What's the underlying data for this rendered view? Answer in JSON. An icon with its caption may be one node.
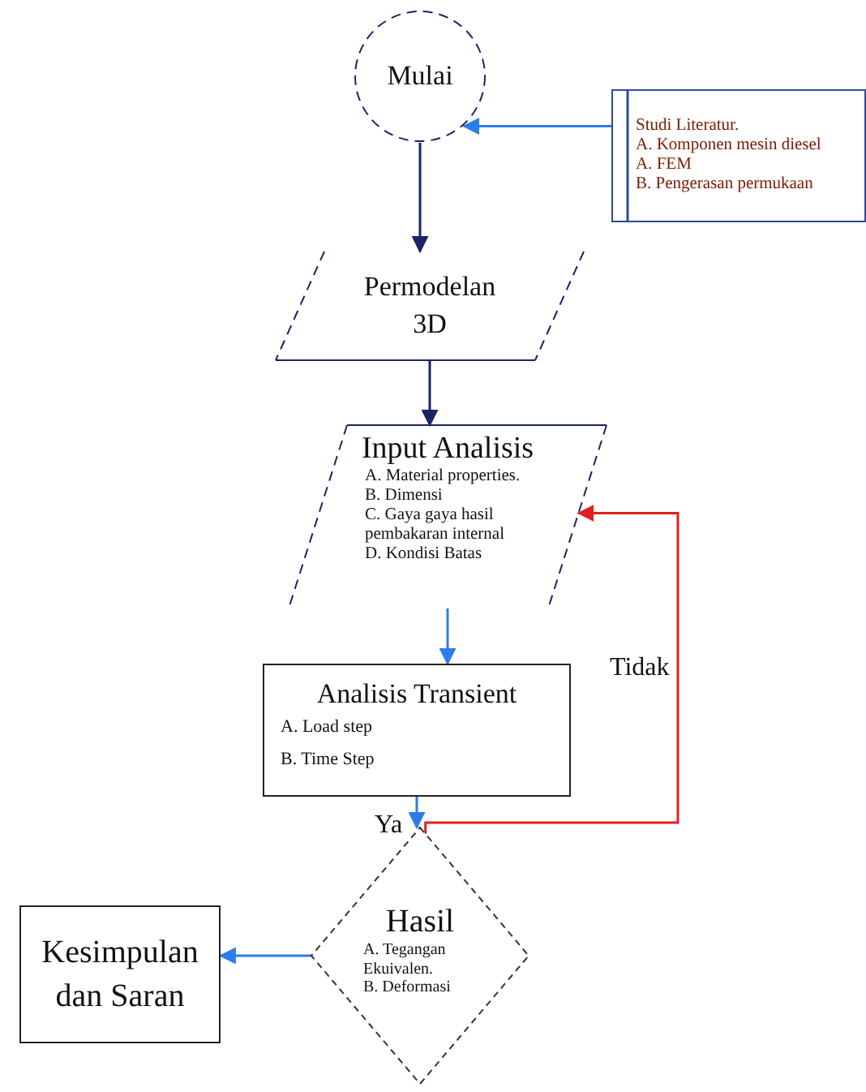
{
  "diagram": {
    "nodes": [
      {
        "text": [
          "Mulai"
        ]
      },
      {
        "text": [
          "Studi Literatur.",
          "A. Komponen mesin diesel",
          "A. FEM",
          "B. Pengerasan permukaan"
        ]
      },
      {
        "text": [
          "Permodelan 3D"
        ]
      },
      {
        "text": [
          "Input Analisis",
          "A. Material properties.",
          "B. Dimensi",
          "C. Gaya gaya hasil pembakaran internal",
          "D. Kondisi Batas"
        ]
      },
      {
        "text": [
          "Analisis Transient",
          "A. Load step",
          "B. Time Step"
        ]
      },
      {
        "text": [
          "Hasil",
          "A. Tegangan Ekuivalen.",
          "B. Deformasi"
        ]
      },
      {
        "text": [
          "Kesimpulan dan Saran"
        ]
      }
    ],
    "edges": [
      {
        "from": 0,
        "to": 2,
        "arrow": "to",
        "color": "#1a2466"
      },
      {
        "from": 1,
        "to": 0,
        "arrow": "to"
      },
      {
        "from": 2,
        "to": 3,
        "arrow": "to",
        "color": "#1a2466"
      },
      {
        "from": 3,
        "to": 4,
        "arrow": "to"
      },
      {
        "from": 4,
        "to": 5,
        "arrow": "to",
        "label": "Ya"
      },
      {
        "from": 5,
        "to": 3,
        "arrow": "to",
        "label": "Tidak",
        "color": "#e02020"
      },
      {
        "from": 5,
        "to": 6,
        "arrow": "to"
      }
    ]
  }
}
